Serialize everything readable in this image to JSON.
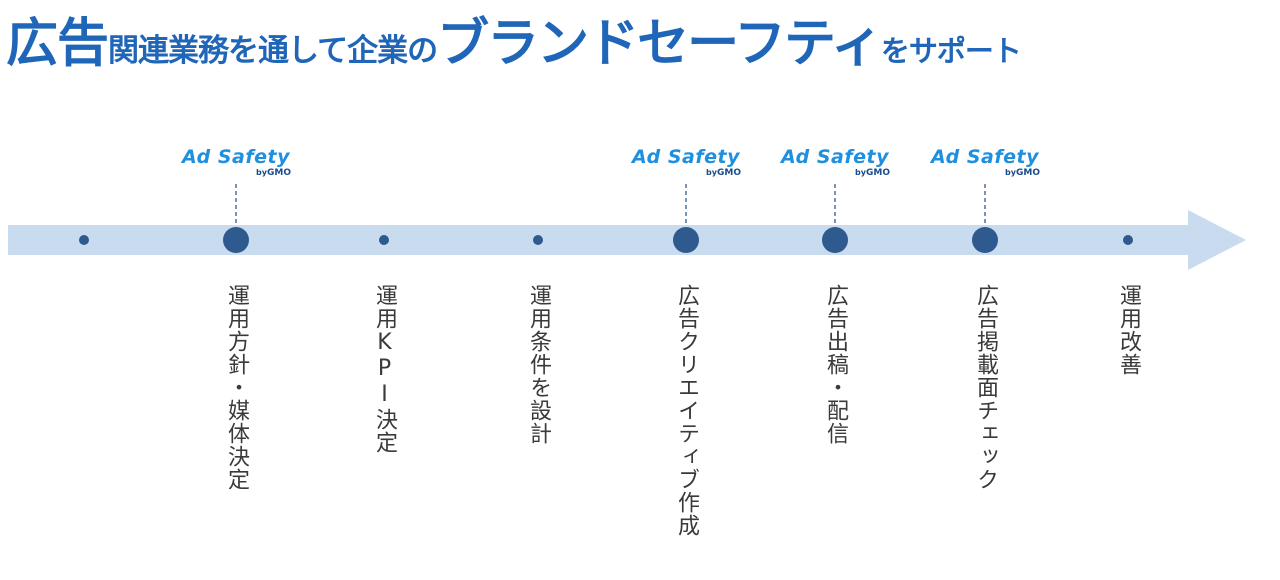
{
  "headline": {
    "part1": "広告",
    "part2": "関連業務を通して企業の",
    "part3": "ブランドセーフティ",
    "part4": "をサポート"
  },
  "logo": {
    "text": "Ad Safety",
    "by": "by",
    "brand": "GMO"
  },
  "colors": {
    "headline": "#1f66b8",
    "arrow": "#c9dbef",
    "major_node": "#2f5a8f",
    "minor_node": "#2f5a8f",
    "logo_blue": "#1f8fe0"
  },
  "steps": [
    {
      "label": "",
      "major": false,
      "logo": false
    },
    {
      "label": "運用方針・媒体決定",
      "major": true,
      "logo": true
    },
    {
      "label": "運用KPI決定",
      "major": false,
      "logo": false
    },
    {
      "label": "運用条件を設計",
      "major": false,
      "logo": false
    },
    {
      "label": "広告クリエイティブ作成",
      "major": true,
      "logo": true
    },
    {
      "label": "広告出稿・配信",
      "major": true,
      "logo": true
    },
    {
      "label": "広告掲載面チェック",
      "major": true,
      "logo": true
    },
    {
      "label": "運用改善",
      "major": false,
      "logo": false
    }
  ]
}
